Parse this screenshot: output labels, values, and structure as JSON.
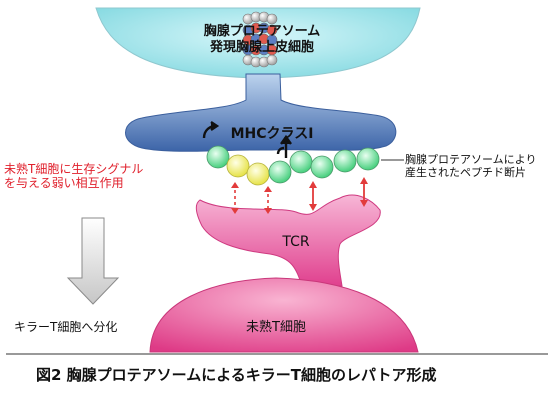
{
  "thymic_cell": {
    "line1": "胸腺プロテアソーム",
    "line2": "発現胸腺上皮細胞"
  },
  "mhc_label": "MHCクラスI",
  "peptide_label": {
    "line1": "胸腺プロテアソームにより",
    "line2": "産生されたペプチド断片"
  },
  "signal_label": {
    "line1": "未熟T細胞に生存シグナル",
    "line2": "を与える弱い相互作用"
  },
  "tcr_label": "TCR",
  "killer_label": "キラーT細胞へ分化",
  "thymocyte_label": "未熟T細胞",
  "caption": "図2  胸腺プロテアソームによるキラーT細胞のレパトア形成",
  "colors": {
    "thymic_cell": "#9be3e8",
    "mhc": "#4f78b8",
    "peptide_self": "#7ee3a4",
    "peptide_weak": "#f3f18a",
    "tcr": "#e0408e",
    "interaction_arrow": "#e23b3b",
    "caption_line": "#333333"
  }
}
